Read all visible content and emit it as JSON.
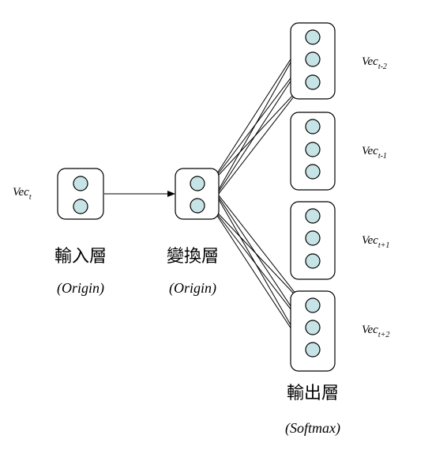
{
  "colors": {
    "neuron_fill": "#c6e4e6",
    "stroke": "#000000",
    "background": "#ffffff"
  },
  "input_vector": {
    "base": "Vec",
    "sub": "t"
  },
  "output_vectors": [
    {
      "base": "Vec",
      "sub": "t-2"
    },
    {
      "base": "Vec",
      "sub": "t-1"
    },
    {
      "base": "Vec",
      "sub": "t+1"
    },
    {
      "base": "Vec",
      "sub": "t+2"
    }
  ],
  "layers": {
    "input": {
      "name": "輸入層",
      "sub": "(Origin)"
    },
    "transform": {
      "name": "變換層",
      "sub": "(Origin)"
    },
    "output": {
      "name": "輸出層",
      "sub": "(Softmax)"
    }
  }
}
